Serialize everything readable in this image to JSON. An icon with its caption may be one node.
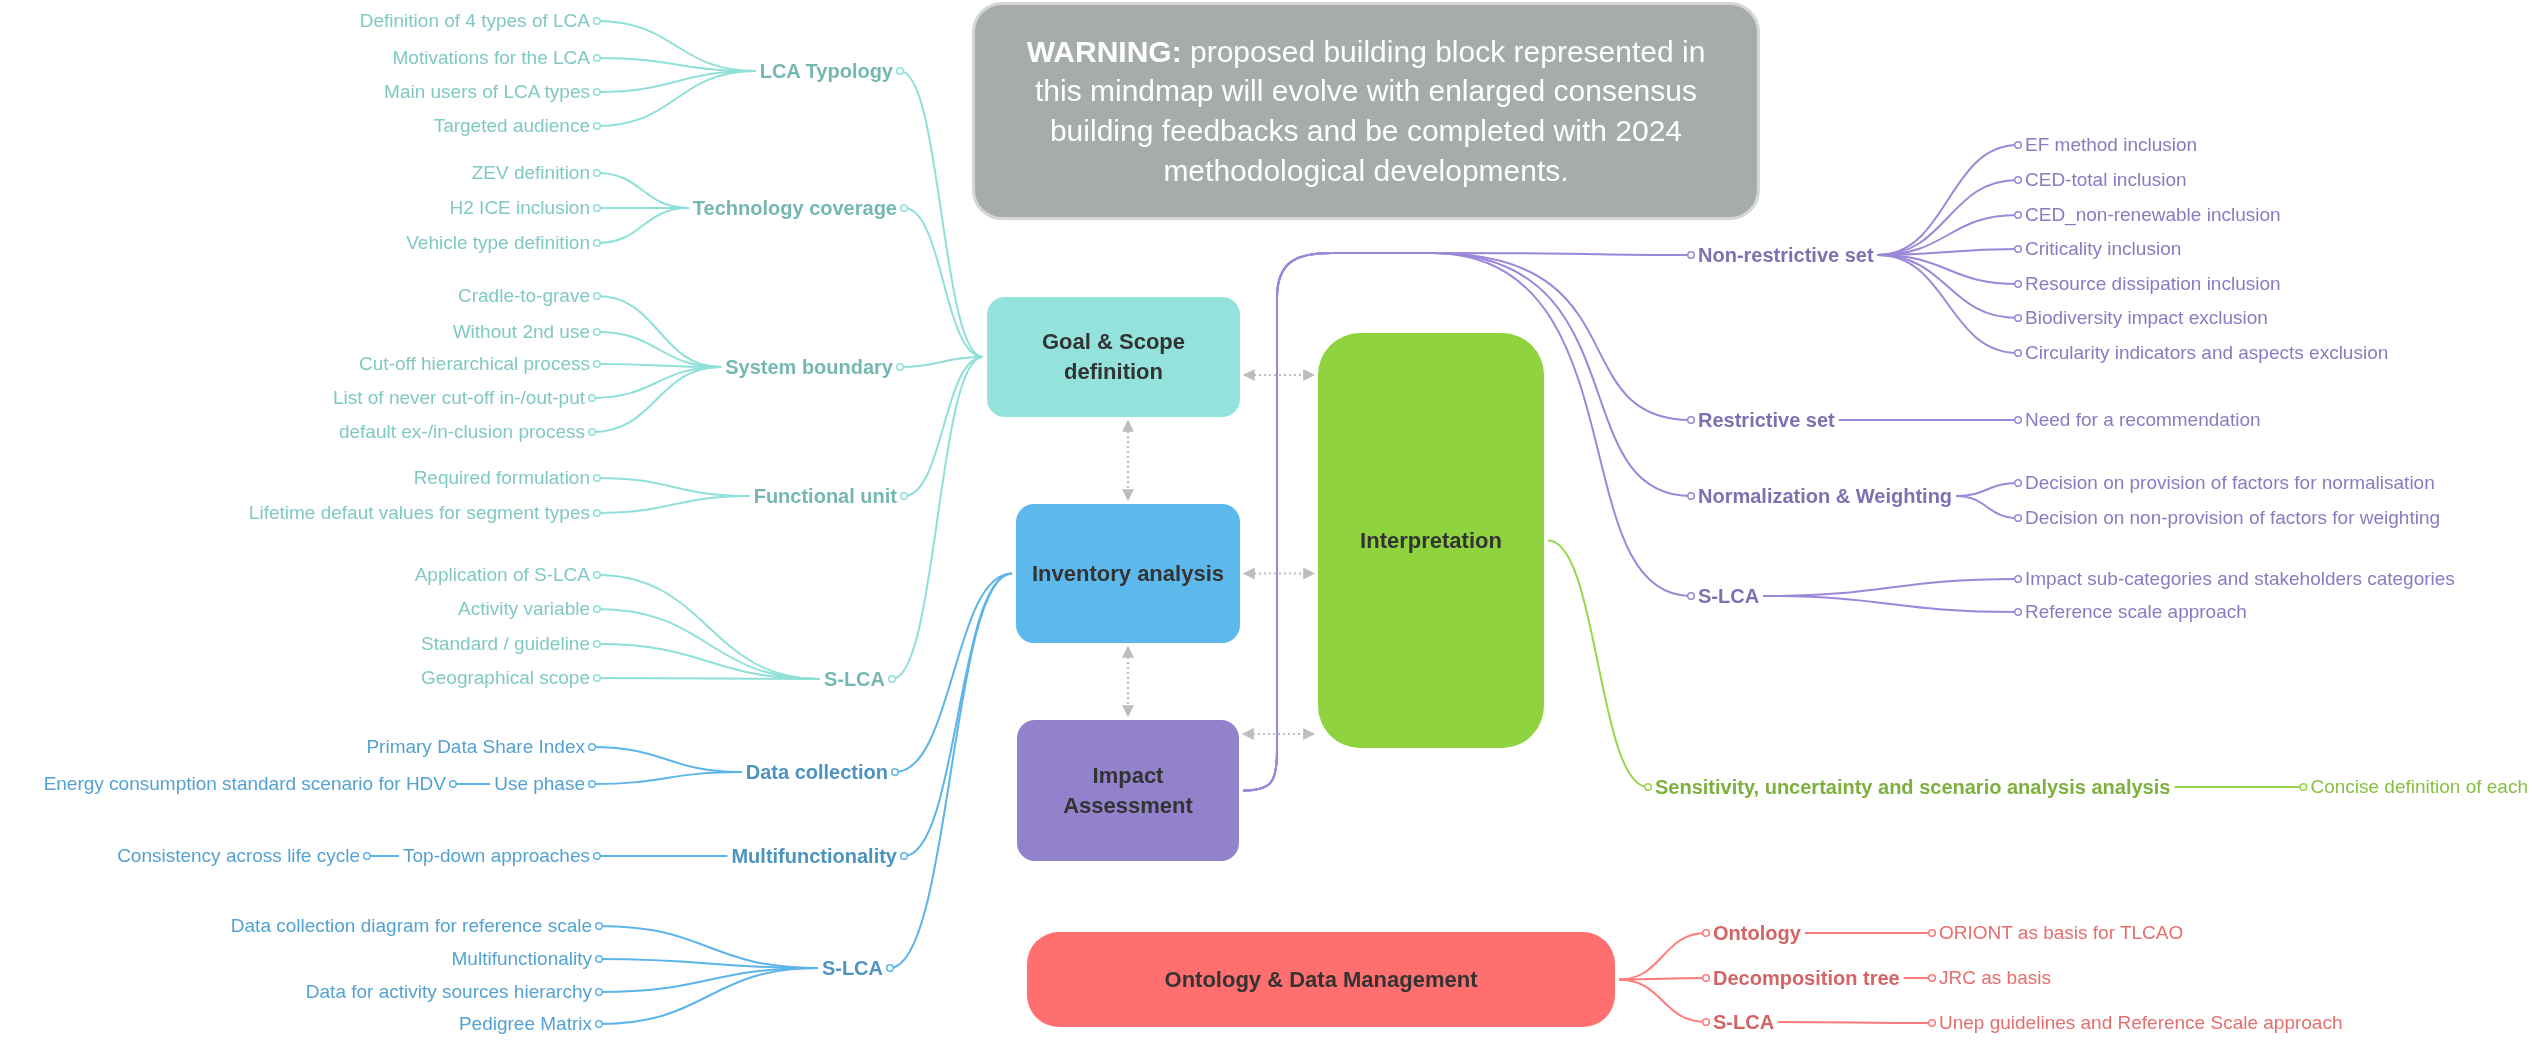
{
  "diagram": {
    "nodes": [
      {
        "text": [
          "**WARNING:** proposed building block represented in this mindmap will evolve with enlarged consensus building feedbacks and be completed with 2024 methodological developments."
        ]
      },
      {
        "text": [
          "Goal & Scope definition"
        ]
      },
      {
        "text": [
          "Inventory analysis"
        ]
      },
      {
        "text": [
          "Impact Assessment"
        ]
      },
      {
        "text": [
          "Interpretation"
        ]
      },
      {
        "text": [
          "Ontology & Data Management"
        ]
      },
      {
        "text": [
          "LCA Typology"
        ]
      },
      {
        "text": [
          "Definition of 4 types of LCA"
        ]
      },
      {
        "text": [
          "Motivations for the LCA"
        ]
      },
      {
        "text": [
          "Main users of LCA types"
        ]
      },
      {
        "text": [
          "Targeted audience"
        ]
      },
      {
        "text": [
          "Technology coverage"
        ]
      },
      {
        "text": [
          "ZEV definition"
        ]
      },
      {
        "text": [
          "H2 ICE inclusion"
        ]
      },
      {
        "text": [
          "Vehicle type definition"
        ]
      },
      {
        "text": [
          "System boundary"
        ]
      },
      {
        "text": [
          "Cradle-to-grave"
        ]
      },
      {
        "text": [
          "Without 2nd use"
        ]
      },
      {
        "text": [
          "Cut-off hierarchical process"
        ]
      },
      {
        "text": [
          "List of never cut-off in-/out-put"
        ]
      },
      {
        "text": [
          "default ex-/in-clusion process"
        ]
      },
      {
        "text": [
          "Functional unit"
        ]
      },
      {
        "text": [
          "Required formulation"
        ]
      },
      {
        "text": [
          "Lifetime defaut values for segment types"
        ]
      },
      {
        "text": [
          "S-LCA"
        ]
      },
      {
        "text": [
          "Application of S-LCA"
        ]
      },
      {
        "text": [
          "Activity variable"
        ]
      },
      {
        "text": [
          "Standard / guideline"
        ]
      },
      {
        "text": [
          "Geographical scope"
        ]
      },
      {
        "text": [
          "Data collection"
        ]
      },
      {
        "text": [
          "Primary Data Share Index"
        ]
      },
      {
        "text": [
          "Use phase"
        ]
      },
      {
        "text": [
          "Energy consumption standard scenario for HDV"
        ]
      },
      {
        "text": [
          "Multifunctionality"
        ]
      },
      {
        "text": [
          "Top-down approaches"
        ]
      },
      {
        "text": [
          "Consistency across life cycle"
        ]
      },
      {
        "text": [
          "S-LCA"
        ]
      },
      {
        "text": [
          "Data collection diagram for reference scale"
        ]
      },
      {
        "text": [
          "Multifunctionality"
        ]
      },
      {
        "text": [
          "Data for activity sources hierarchy"
        ]
      },
      {
        "text": [
          "Pedigree Matrix"
        ]
      },
      {
        "text": [
          "Non-restrictive set"
        ]
      },
      {
        "text": [
          "EF method inclusion"
        ]
      },
      {
        "text": [
          "CED-total inclusion"
        ]
      },
      {
        "text": [
          "CED_non-renewable inclusion"
        ]
      },
      {
        "text": [
          "Criticality inclusion"
        ]
      },
      {
        "text": [
          "Resource dissipation inclusion"
        ]
      },
      {
        "text": [
          "Biodiversity impact exclusion"
        ]
      },
      {
        "text": [
          "Circularity indicators and aspects exclusion"
        ]
      },
      {
        "text": [
          "Restrictive set"
        ]
      },
      {
        "text": [
          "Need for a recommendation"
        ]
      },
      {
        "text": [
          "Normalization & Weighting"
        ]
      },
      {
        "text": [
          "Decision on provision of factors for normalisation"
        ]
      },
      {
        "text": [
          "Decision on non-provision of factors for weighting"
        ]
      },
      {
        "text": [
          "S-LCA"
        ]
      },
      {
        "text": [
          "Impact sub-categories and stakeholders categories"
        ]
      },
      {
        "text": [
          "Reference scale approach"
        ]
      },
      {
        "text": [
          "Sensitivity, uncertainty and scenario analysis analysis"
        ]
      },
      {
        "text": [
          "Concise definition of each"
        ]
      },
      {
        "text": [
          "Ontology"
        ]
      },
      {
        "text": [
          "ORIONT as basis for TLCAO"
        ]
      },
      {
        "text": [
          "Decomposition tree"
        ]
      },
      {
        "text": [
          "JRC as basis"
        ]
      },
      {
        "text": [
          "S-LCA"
        ]
      },
      {
        "text": [
          "Unep guidelines and Reference Scale approach"
        ]
      }
    ],
    "edges": [
      {
        "from": 1,
        "to": 4,
        "arrow": "both",
        "style": "dashed",
        "color": "#bdbdbd"
      },
      {
        "from": 1,
        "to": 2,
        "arrow": "both",
        "style": "dashed",
        "color": "#bdbdbd"
      },
      {
        "from": 2,
        "to": 4,
        "arrow": "both",
        "style": "dashed",
        "color": "#bdbdbd"
      },
      {
        "from": 2,
        "to": 3,
        "arrow": "both",
        "style": "dashed",
        "color": "#bdbdbd"
      },
      {
        "from": 3,
        "to": 4,
        "arrow": "both",
        "style": "dashed",
        "color": "#bdbdbd"
      },
      {
        "from": 1,
        "to": 6,
        "arrow": "other",
        "color": "#8ee0d9"
      },
      {
        "from": 1,
        "to": 11,
        "arrow": "other",
        "color": "#8ee0d9"
      },
      {
        "from": 1,
        "to": 15,
        "arrow": "other",
        "color": "#8ee0d9"
      },
      {
        "from": 1,
        "to": 21,
        "arrow": "other",
        "color": "#8ee0d9"
      },
      {
        "from": 1,
        "to": 24,
        "arrow": "other",
        "color": "#8ee0d9"
      },
      {
        "from": 6,
        "to": 7,
        "arrow": "other",
        "color": "#8ee0d9"
      },
      {
        "from": 6,
        "to": 8,
        "arrow": "other",
        "color": "#8ee0d9"
      },
      {
        "from": 6,
        "to": 9,
        "arrow": "other",
        "color": "#8ee0d9"
      },
      {
        "from": 6,
        "to": 10,
        "arrow": "other",
        "color": "#8ee0d9"
      },
      {
        "from": 11,
        "to": 12,
        "arrow": "other",
        "color": "#8ee0d9"
      },
      {
        "from": 11,
        "to": 13,
        "arrow": "other",
        "color": "#8ee0d9"
      },
      {
        "from": 11,
        "to": 14,
        "arrow": "other",
        "color": "#8ee0d9"
      },
      {
        "from": 15,
        "to": 16,
        "arrow": "other",
        "color": "#8ee0d9"
      },
      {
        "from": 15,
        "to": 17,
        "arrow": "other",
        "color": "#8ee0d9"
      },
      {
        "from": 15,
        "to": 18,
        "arrow": "other",
        "color": "#8ee0d9"
      },
      {
        "from": 15,
        "to": 19,
        "arrow": "other",
        "color": "#8ee0d9"
      },
      {
        "from": 15,
        "to": 20,
        "arrow": "other",
        "color": "#8ee0d9"
      },
      {
        "from": 21,
        "to": 22,
        "arrow": "other",
        "color": "#8ee0d9"
      },
      {
        "from": 21,
        "to": 23,
        "arrow": "other",
        "color": "#8ee0d9"
      },
      {
        "from": 24,
        "to": 25,
        "arrow": "other",
        "color": "#8ee0d9"
      },
      {
        "from": 24,
        "to": 26,
        "arrow": "other",
        "color": "#8ee0d9"
      },
      {
        "from": 24,
        "to": 27,
        "arrow": "other",
        "color": "#8ee0d9"
      },
      {
        "from": 24,
        "to": 28,
        "arrow": "other",
        "color": "#8ee0d9"
      },
      {
        "from": 2,
        "to": 29,
        "arrow": "other",
        "color": "#5db4e8"
      },
      {
        "from": 2,
        "to": 33,
        "arrow": "other",
        "color": "#5db4e8"
      },
      {
        "from": 2,
        "to": 36,
        "arrow": "other",
        "color": "#5db4e8"
      },
      {
        "from": 29,
        "to": 30,
        "arrow": "other",
        "color": "#5db4e8"
      },
      {
        "from": 29,
        "to": 31,
        "arrow": "other",
        "color": "#5db4e8"
      },
      {
        "from": 31,
        "to": 32,
        "arrow": "other",
        "color": "#5db4e8"
      },
      {
        "from": 33,
        "to": 34,
        "arrow": "other",
        "color": "#5db4e8"
      },
      {
        "from": 34,
        "to": 35,
        "arrow": "other",
        "color": "#5db4e8"
      },
      {
        "from": 36,
        "to": 37,
        "arrow": "other",
        "color": "#5db4e8"
      },
      {
        "from": 36,
        "to": 38,
        "arrow": "other",
        "color": "#5db4e8"
      },
      {
        "from": 36,
        "to": 39,
        "arrow": "other",
        "color": "#5db4e8"
      },
      {
        "from": 36,
        "to": 40,
        "arrow": "other",
        "color": "#5db4e8"
      },
      {
        "from": 3,
        "to": 41,
        "arrow": "other",
        "color": "#9b88d8"
      },
      {
        "from": 3,
        "to": 49,
        "arrow": "other",
        "color": "#9b88d8"
      },
      {
        "from": 3,
        "to": 51,
        "arrow": "other",
        "color": "#9b88d8"
      },
      {
        "from": 3,
        "to": 54,
        "arrow": "other",
        "color": "#9b88d8"
      },
      {
        "from": 41,
        "to": 42,
        "arrow": "other",
        "color": "#9b88d8"
      },
      {
        "from": 41,
        "to": 43,
        "arrow": "other",
        "color": "#9b88d8"
      },
      {
        "from": 41,
        "to": 44,
        "arrow": "other",
        "color": "#9b88d8"
      },
      {
        "from": 41,
        "to": 45,
        "arrow": "other",
        "color": "#9b88d8"
      },
      {
        "from": 41,
        "to": 46,
        "arrow": "other",
        "color": "#9b88d8"
      },
      {
        "from": 41,
        "to": 47,
        "arrow": "other",
        "color": "#9b88d8"
      },
      {
        "from": 41,
        "to": 48,
        "arrow": "other",
        "color": "#9b88d8"
      },
      {
        "from": 49,
        "to": 50,
        "arrow": "other",
        "color": "#9b88d8"
      },
      {
        "from": 51,
        "to": 52,
        "arrow": "other",
        "color": "#9b88d8"
      },
      {
        "from": 51,
        "to": 53,
        "arrow": "other",
        "color": "#9b88d8"
      },
      {
        "from": 54,
        "to": 55,
        "arrow": "other",
        "color": "#9b88d8"
      },
      {
        "from": 54,
        "to": 56,
        "arrow": "other",
        "color": "#9b88d8"
      },
      {
        "from": 4,
        "to": 57,
        "arrow": "other",
        "color": "#98d64a"
      },
      {
        "from": 57,
        "to": 58,
        "arrow": "other",
        "color": "#98d64a"
      },
      {
        "from": 5,
        "to": 59,
        "arrow": "other",
        "color": "#ff7a7a"
      },
      {
        "from": 5,
        "to": 61,
        "arrow": "other",
        "color": "#ff7a7a"
      },
      {
        "from": 5,
        "to": 63,
        "arrow": "other",
        "color": "#ff7a7a"
      },
      {
        "from": 59,
        "to": 60,
        "arrow": "other",
        "color": "#ff7a7a"
      },
      {
        "from": 61,
        "to": 62,
        "arrow": "other",
        "color": "#ff7a7a"
      },
      {
        "from": 63,
        "to": 64,
        "arrow": "other",
        "color": "#ff7a7a"
      }
    ]
  }
}
